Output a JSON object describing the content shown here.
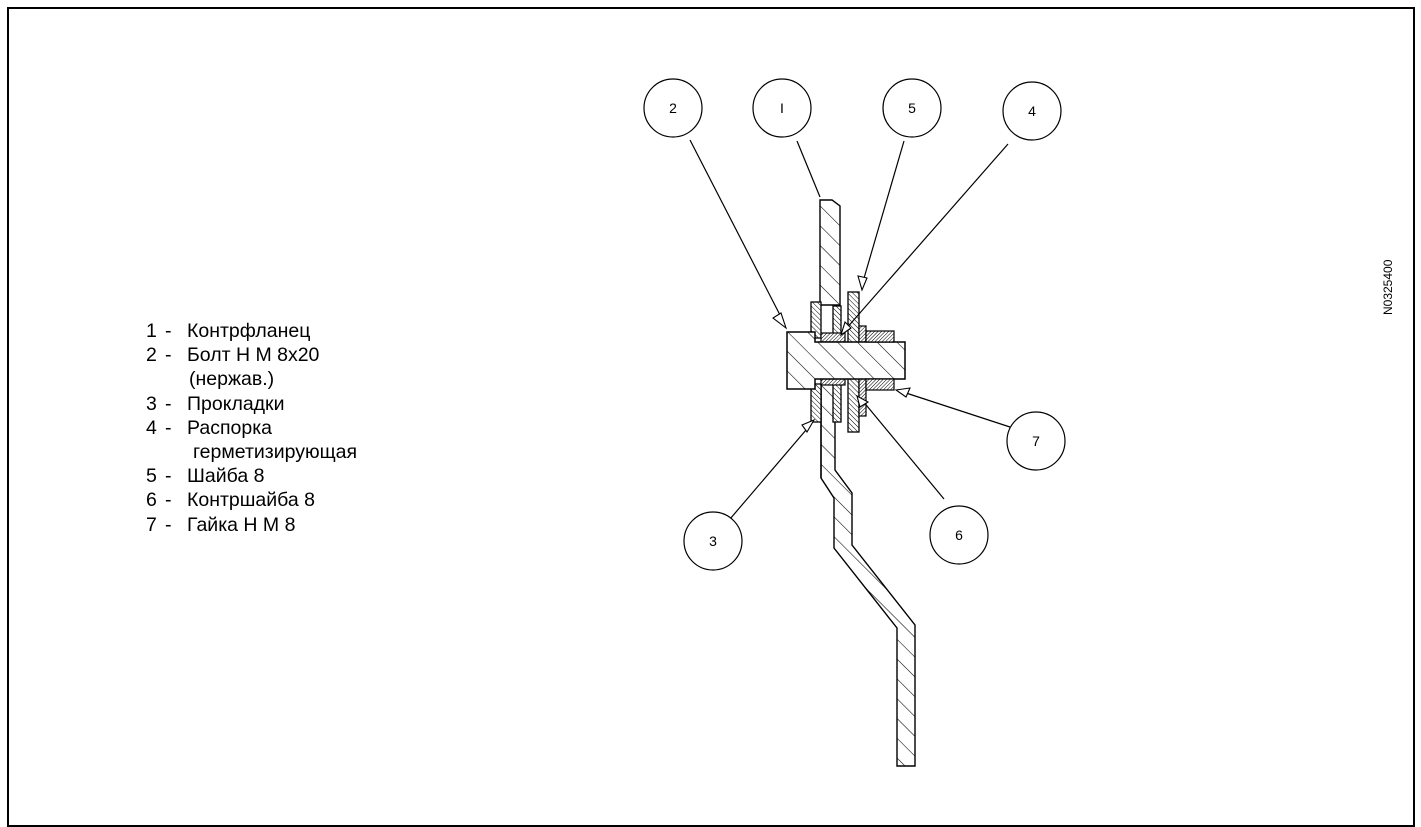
{
  "legend": {
    "items": [
      {
        "num": "1",
        "label": "Контрфланец"
      },
      {
        "num": "2",
        "label": "Болт H M 8x20",
        "continuation": "(нержав.)"
      },
      {
        "num": "3",
        "label": "Прокладки"
      },
      {
        "num": "4",
        "label": "Распорка",
        "continuation": "герметизирующая"
      },
      {
        "num": "5",
        "label": "Шайба 8"
      },
      {
        "num": "6",
        "label": "Контршайба 8"
      },
      {
        "num": "7",
        "label": "Гайка H M 8"
      }
    ]
  },
  "callouts": {
    "c1": "I",
    "c2": "2",
    "c3": "3",
    "c4": "4",
    "c5": "5",
    "c6": "6",
    "c7": "7"
  },
  "document_id": "N0325400"
}
